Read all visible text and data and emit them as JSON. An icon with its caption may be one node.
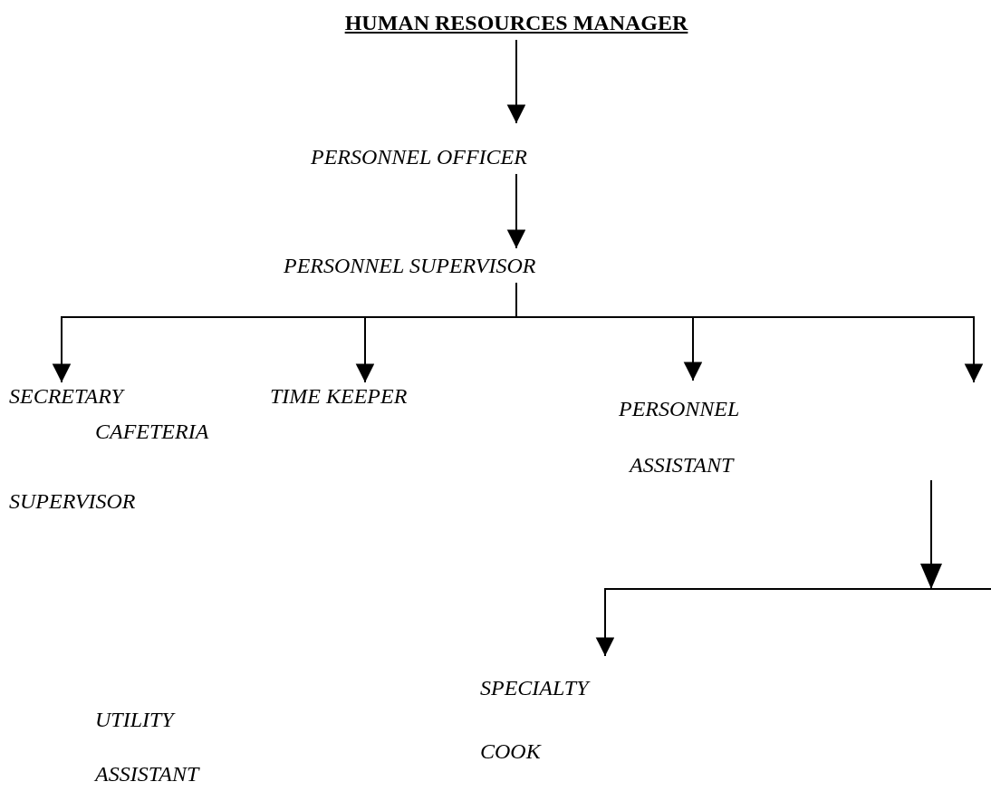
{
  "diagram": {
    "nodes": [
      {
        "text": [
          "HUMAN RESOURCES MANAGER"
        ]
      },
      {
        "text": [
          "PERSONNEL OFFICER"
        ]
      },
      {
        "text": [
          "PERSONNEL SUPERVISOR"
        ]
      },
      {
        "text": [
          "SECRETARY"
        ]
      },
      {
        "text": [
          "TIME KEEPER"
        ]
      },
      {
        "text": [
          "PERSONNEL ASSISTANT"
        ]
      },
      {
        "text": [
          "SPECIALTY COOK"
        ]
      }
    ],
    "edges": [
      {
        "from": 0,
        "to": 1,
        "arrow": "to"
      },
      {
        "from": 1,
        "to": 2,
        "arrow": "to"
      },
      {
        "from": 2,
        "to": 3,
        "arrow": "to"
      },
      {
        "from": 2,
        "to": 4,
        "arrow": "to"
      },
      {
        "from": 2,
        "to": 5,
        "arrow": "to"
      },
      {
        "from": 2,
        "to": null,
        "arrow": "to"
      },
      {
        "from": null,
        "to": 6,
        "arrow": "to"
      }
    ],
    "labels": [
      "CAFETERIA",
      "SUPERVISOR",
      "UTILITY ASSISTANT"
    ]
  }
}
